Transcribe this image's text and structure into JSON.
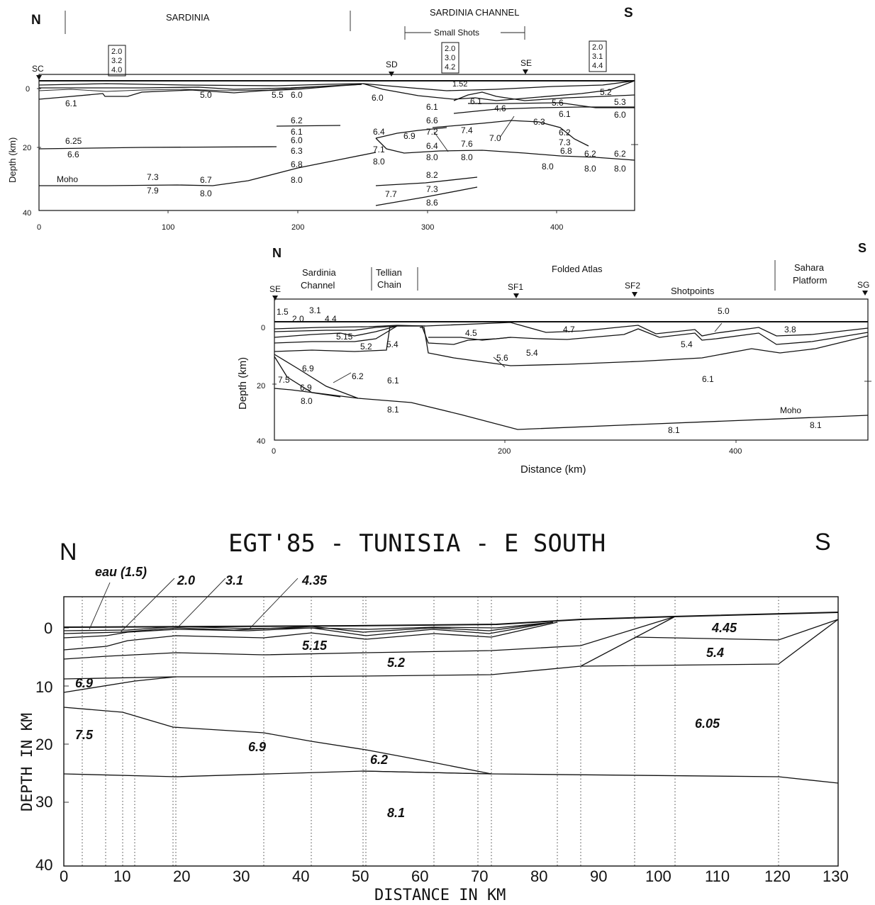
{
  "panel1": {
    "dir_n": "N",
    "dir_s": "S",
    "region_a": "SARDINIA",
    "region_b": "SARDINIA CHANNEL",
    "small_shots": "Small Shots",
    "y_label": "Depth (km)",
    "y_ticks": [
      "0",
      "20",
      "40"
    ],
    "x_ticks": [
      "0",
      "100",
      "200",
      "300",
      "400"
    ],
    "shotpoints": [
      "SC",
      "SD",
      "SE"
    ],
    "boxes": [
      [
        "2.0",
        "3.2",
        "4.0"
      ],
      [
        "2.0",
        "3.0",
        "4.2"
      ],
      [
        "2.0",
        "3.1",
        "4.4"
      ]
    ],
    "velocities": [
      "6.1",
      "5.0",
      "5.5",
      "6.0",
      "6.0",
      "1.52",
      "6.1",
      "6.1",
      "4.6",
      "5.6",
      "5.2",
      "5.3",
      "6.1",
      "6.0",
      "6.2",
      "6.1",
      "6.6",
      "6.3",
      "6.4",
      "6.9",
      "7.2",
      "7.4",
      "7.0",
      "6.2",
      "7.3",
      "6.25",
      "6.0",
      "6.6",
      "6.3",
      "7.1",
      "6.4",
      "7.6",
      "6.8",
      "6.2",
      "6.2",
      "8.0",
      "8.0",
      "8.0",
      "6.8",
      "8.0",
      "8.0",
      "8.0",
      "7.3",
      "6.7",
      "8.0",
      "8.2",
      "7.9",
      "8.0",
      "7.7",
      "7.3",
      "8.6"
    ],
    "moho": "Moho"
  },
  "panel2": {
    "dir_n": "N",
    "dir_s": "S",
    "regions": [
      "Sardinia",
      "Channel",
      "Tellian",
      "Chain",
      "Folded Atlas",
      "Sahara",
      "Platform",
      "Shotpoints"
    ],
    "shotpoints": [
      "SE",
      "SF1",
      "SF2",
      "SG"
    ],
    "y_label": "Depth (km)",
    "x_label": "Distance (km)",
    "y_ticks": [
      "0",
      "20",
      "40"
    ],
    "x_ticks": [
      "0",
      "200",
      "400"
    ],
    "velocities": [
      "1.5",
      "2.0",
      "3.1",
      "4.4",
      "5.0",
      "5.15",
      "5.2",
      "5.4",
      "4.5",
      "4.7",
      "3.8",
      "5.4",
      "5.6",
      "5.4",
      "6.9",
      "6.2",
      "6.1",
      "6.1",
      "7.5",
      "6.9",
      "8.0",
      "8.1",
      "8.1",
      "8.1"
    ],
    "moho": "Moho"
  },
  "panel3": {
    "title": "EGT'85 - TUNISIA - E SOUTH",
    "dir_n": "N",
    "dir_s": "S",
    "y_label": "DEPTH IN KM",
    "x_label": "DISTANCE IN KM",
    "y_ticks": [
      "0",
      "10",
      "20",
      "30",
      "40"
    ],
    "x_ticks": [
      "0",
      "10",
      "20",
      "30",
      "40",
      "50",
      "60",
      "70",
      "80",
      "90",
      "100",
      "110",
      "120",
      "130"
    ],
    "top_labels": [
      "eau (1.5)",
      "2.0",
      "3.1",
      "4.35"
    ],
    "velocities": [
      "4.45",
      "5.15",
      "5.2",
      "5.4",
      "6.9",
      "6.05",
      "7.5",
      "6.9",
      "6.2",
      "8.1"
    ]
  }
}
